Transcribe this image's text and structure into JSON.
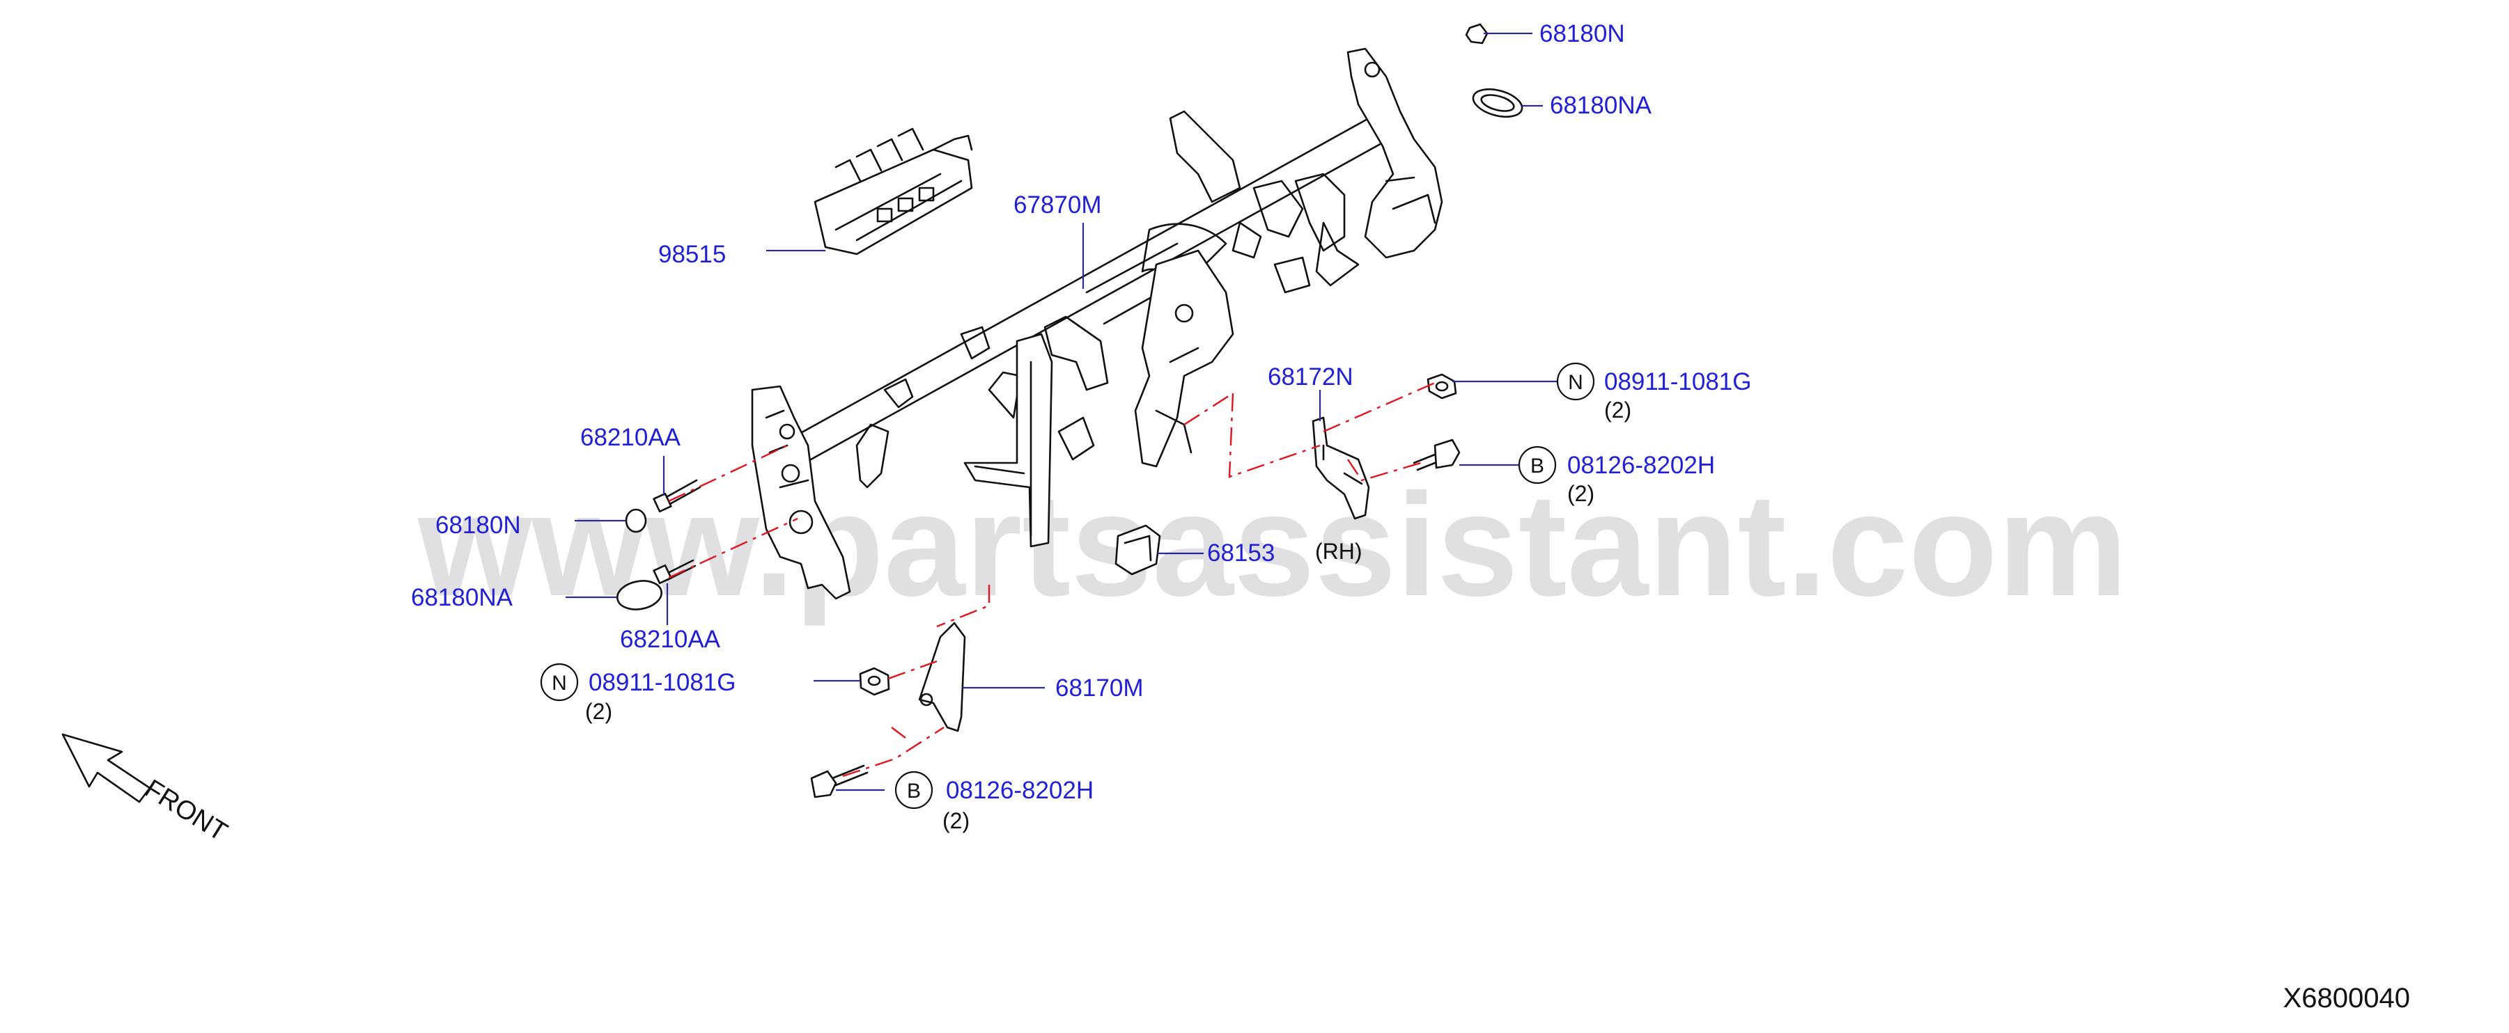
{
  "watermark": "www.partsassistant.com",
  "diagram_code": "X6800040",
  "direction_label": "FRONT",
  "parts": [
    {
      "id": "p1",
      "number": "68180N"
    },
    {
      "id": "p2",
      "number": "68180NA"
    },
    {
      "id": "p3",
      "number": "67870M"
    },
    {
      "id": "p4",
      "number": "98515"
    },
    {
      "id": "p5",
      "number": "68172N"
    },
    {
      "id": "p6",
      "number": "08911-1081G",
      "prefix": "N",
      "qty": "(2)"
    },
    {
      "id": "p7",
      "number": "08126-8202H",
      "prefix": "B",
      "qty": "(2)"
    },
    {
      "id": "p8",
      "number": "68210AA"
    },
    {
      "id": "p9",
      "number": "68180N"
    },
    {
      "id": "p10",
      "number": "68153"
    },
    {
      "id": "p11",
      "number": "68180NA"
    },
    {
      "id": "p12",
      "number": "68210AA"
    },
    {
      "id": "p13",
      "number": "08911-1081G",
      "prefix": "N",
      "qty": "(2)"
    },
    {
      "id": "p14",
      "number": "68170M"
    },
    {
      "id": "p15",
      "number": "08126-8202H",
      "prefix": "B",
      "qty": "(2)"
    }
  ],
  "side_note": "(RH)"
}
